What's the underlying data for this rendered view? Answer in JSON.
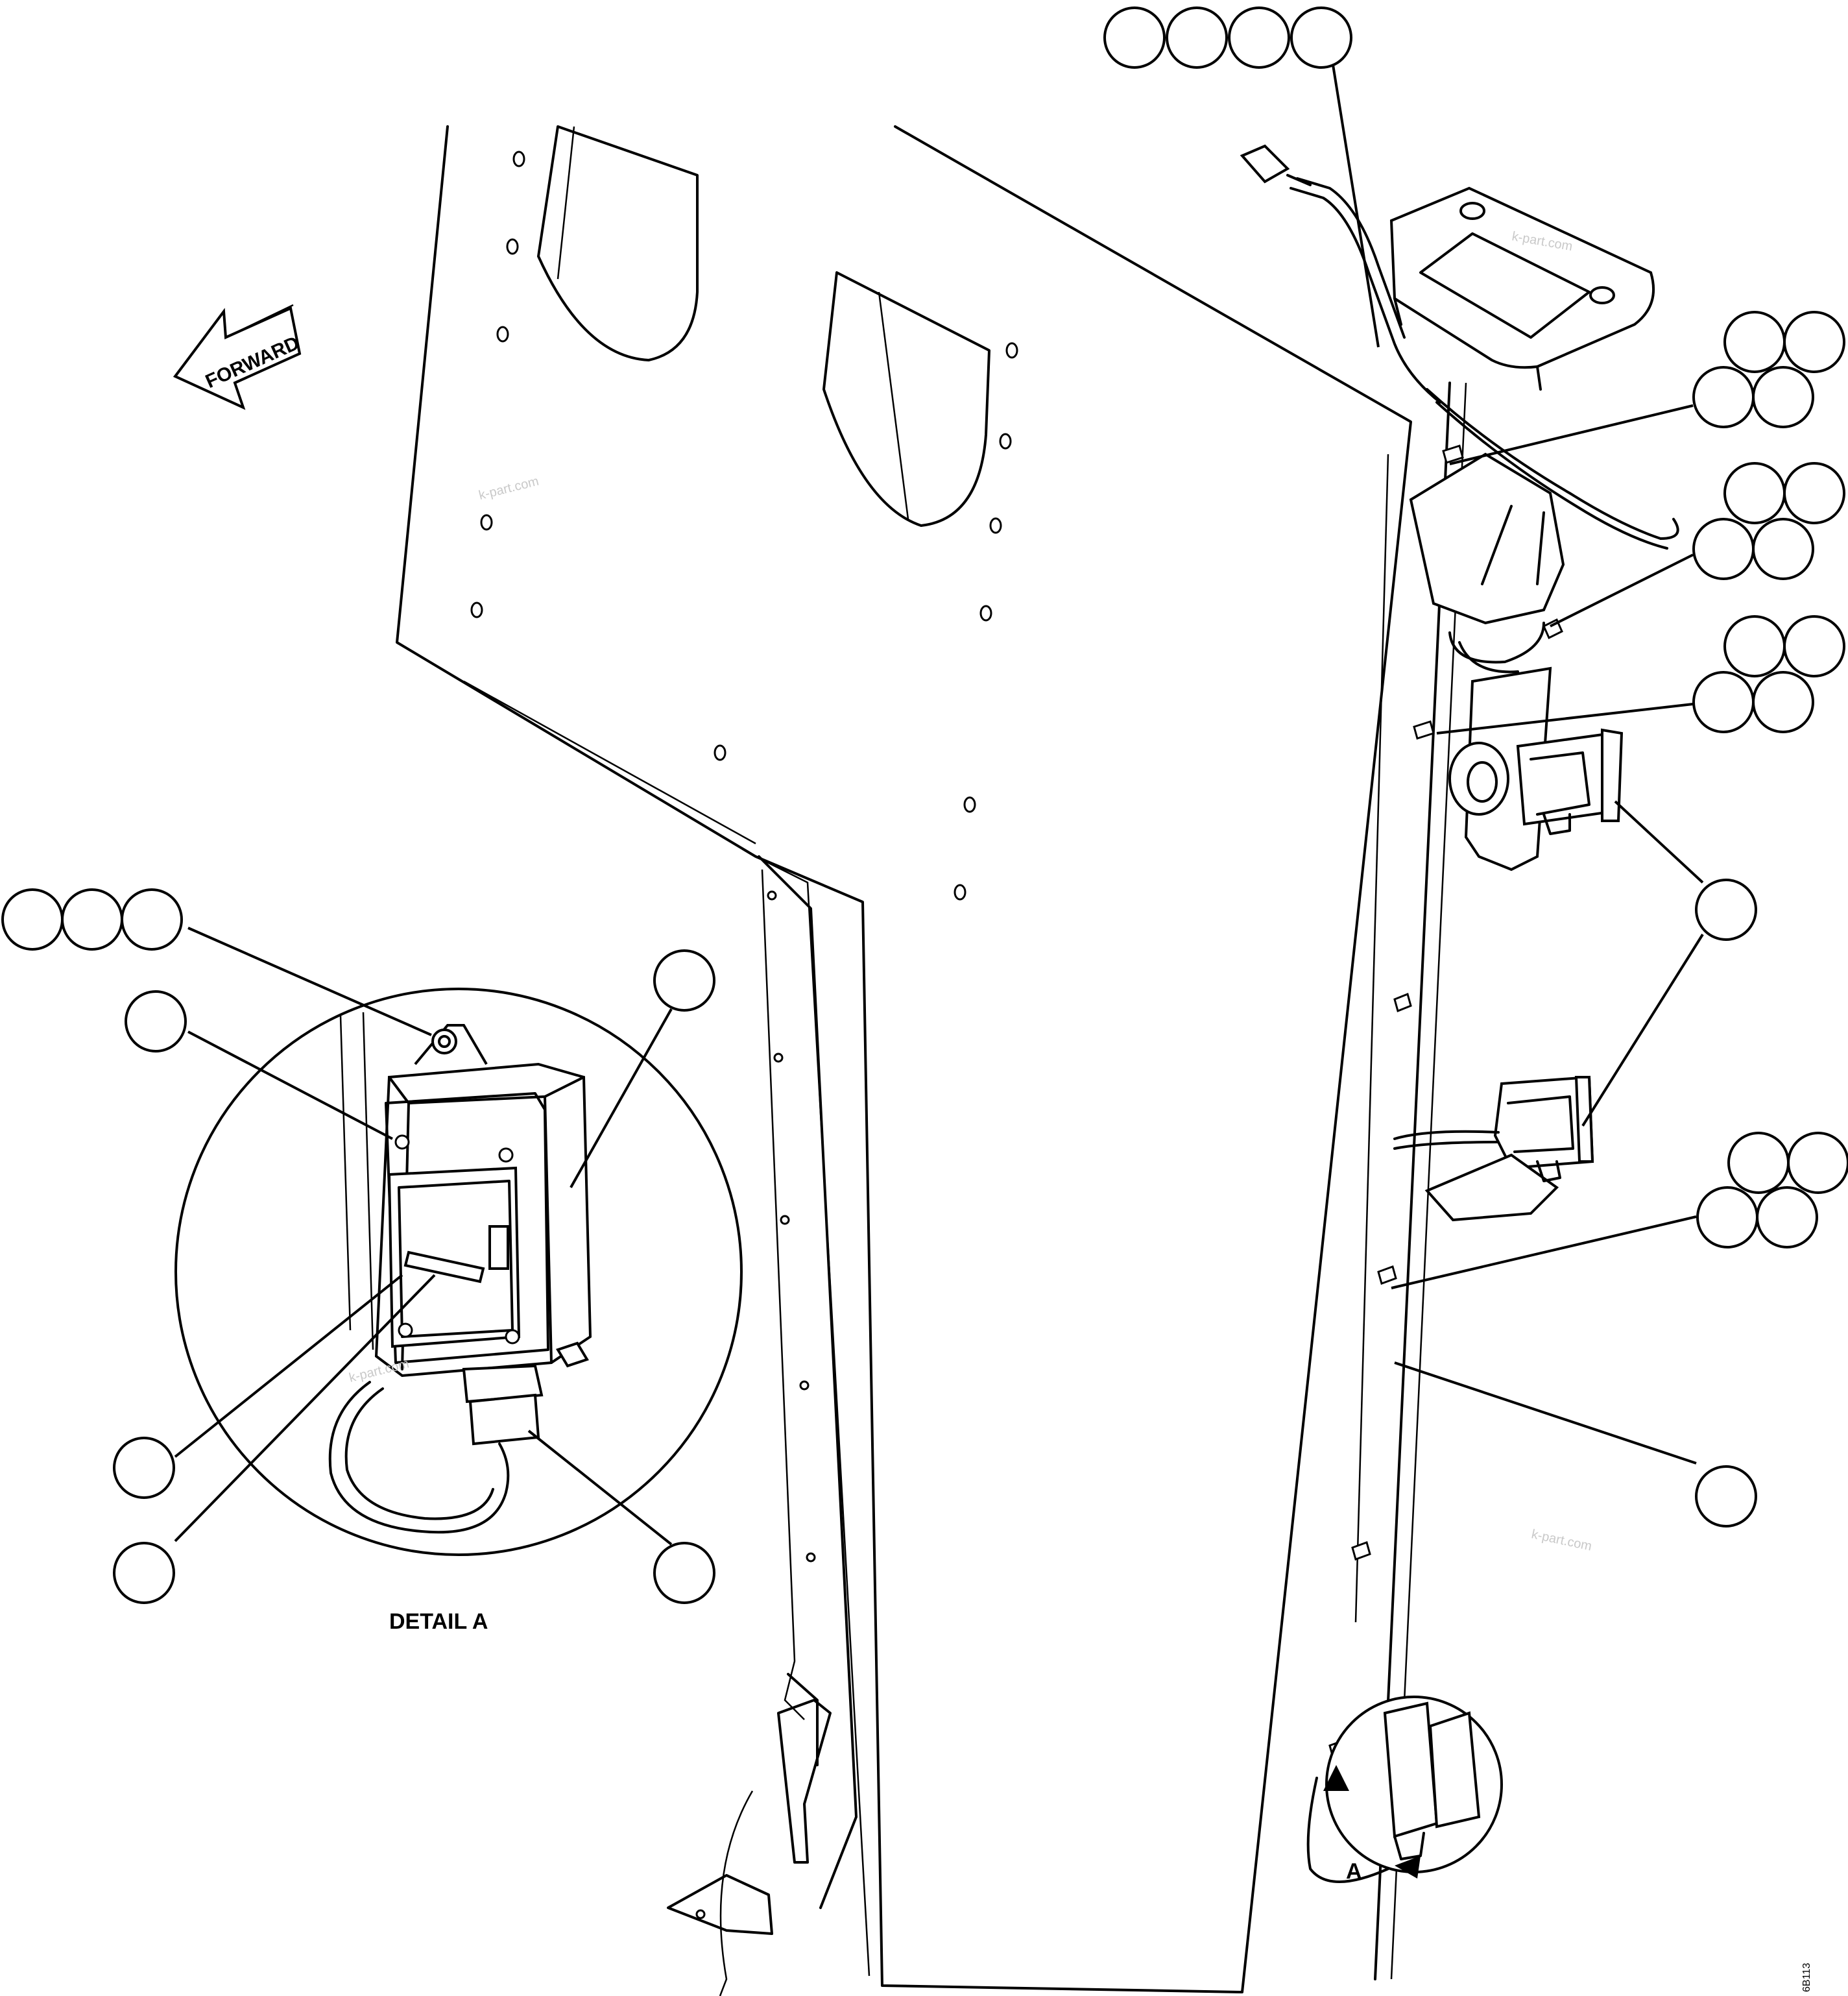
{
  "diagram": {
    "direction_label": "FORWARD",
    "detail_title": "DETAIL A",
    "detail_marker": "A",
    "figure_code": "6B113",
    "watermark": "k-part.com"
  }
}
